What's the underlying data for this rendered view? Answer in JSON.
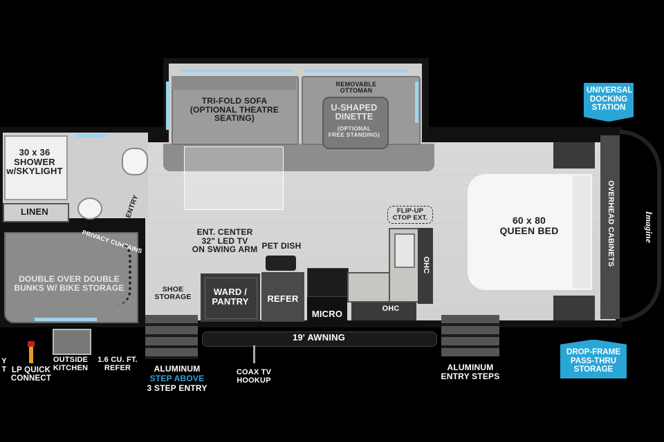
{
  "labels": {
    "shower": "30 x 36\nSHOWER\nw/SKYLIGHT",
    "linen": "LINEN",
    "entry": "ENTRY",
    "privacy_curtains": "PRIVACY CURTAINS",
    "bunks": "DOUBLE OVER DOUBLE\nBUNKS W/ BIKE STORAGE",
    "shoe_storage": "SHOE\nSTORAGE",
    "sofa": "TRI-FOLD SOFA\n(OPTIONAL THEATRE SEATING)",
    "ottoman": "REMOVABLE\nOTTOMAN",
    "dinette": "U-SHAPED\nDINETTE",
    "dinette_note": "(OPTIONAL\nFREE STANDING)",
    "ent_center": "ENT. CENTER\n32\" LED TV\nON SWING ARM",
    "pet_dish": "PET DISH",
    "ward_pantry": "WARD /\nPANTRY",
    "refer": "REFER",
    "micro": "MICRO",
    "ohc_lower": "OHC",
    "ohc_side": "OHC",
    "flip_up": "FLIP-UP\nCTOP EXT.",
    "bed": "60 x 80\nQUEEN BED",
    "overhead_cabinets": "OVERHEAD CABINETS",
    "awning": "19' AWNING",
    "brand": "Imagine"
  },
  "exterior": {
    "lp_quick": "LP QUICK\nCONNECT",
    "outside_kitchen": "OUTSIDE\nKITCHEN",
    "outside_refer": "1.6 CU. FT.\nREFER",
    "alum_step_1": "ALUMINUM",
    "alum_step_2": "STEP ABOVE",
    "alum_step_3": "3 STEP ENTRY",
    "coax": "COAX TV\nHOOKUP",
    "entry_steps": "ALUMINUM\nENTRY STEPS",
    "left_cut": "Y\nT"
  },
  "callouts": {
    "docking": "UNIVERSAL\nDOCKING\nSTATION",
    "pass_thru": "DROP-FRAME\nPASS-THRU\nSTORAGE"
  },
  "colors": {
    "callout": "#2aa6d6",
    "step_above": "#2aa6d6",
    "window": "#9fd4ef"
  }
}
